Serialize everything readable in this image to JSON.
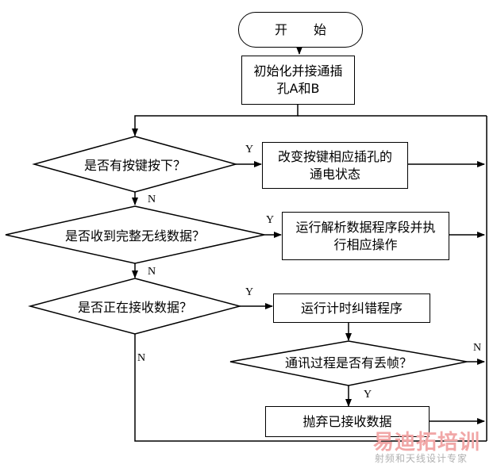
{
  "flowchart": {
    "start": "开  始",
    "init": "初始化并接通插\n孔A和B",
    "decision_key": "是否有按键按下？",
    "action_key": "改变按键相应插孔的\n通电状态",
    "decision_wireless": "是否收到完整无线数据？",
    "action_parse": "运行解析数据程序段并执\n行相应操作",
    "decision_receiving": "是否正在接收数据？",
    "action_timer": "运行计时纠错程序",
    "decision_lost": "通讯过程是否有丢帧？",
    "action_discard": "抛弃已接收数据",
    "labels": {
      "y1": "Y",
      "n1": "N",
      "y2": "Y",
      "n2": "N",
      "y3": "Y",
      "n3": "N",
      "n4": "N",
      "y4": "Y"
    }
  },
  "watermark": {
    "line1": "易迪拓培训",
    "line2": "射频和天线设计专家"
  }
}
